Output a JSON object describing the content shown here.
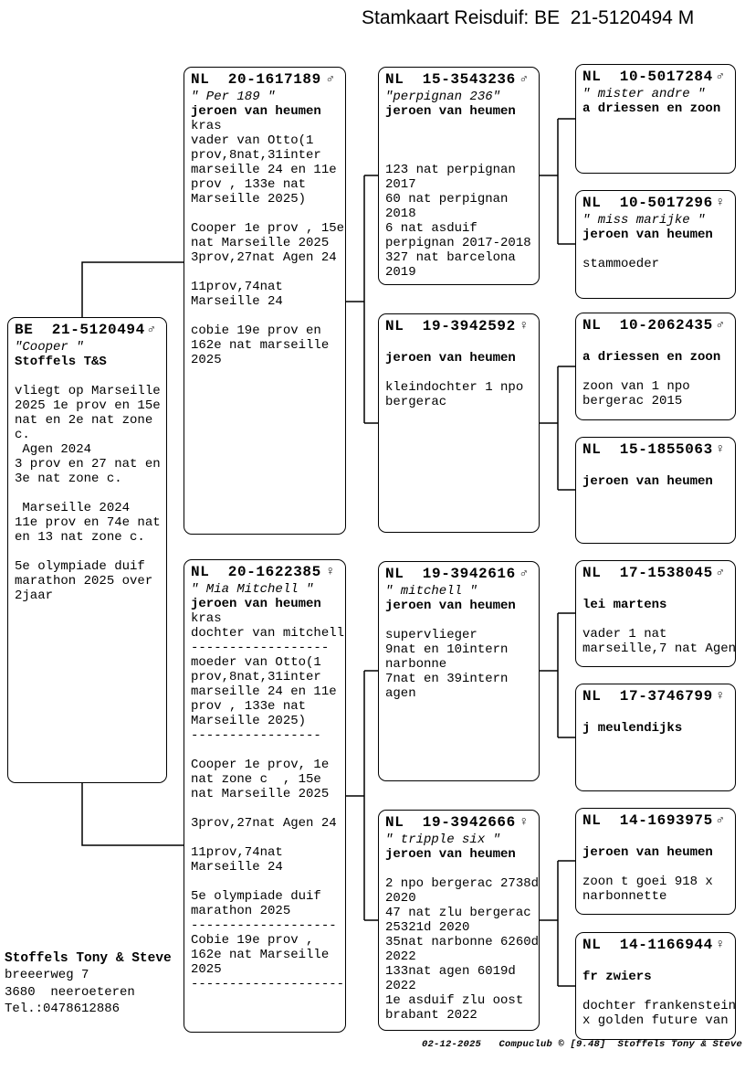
{
  "title": "Stamkaart Reisduif: BE  21-5120494 M",
  "boxes": [
    {
      "id": "subject",
      "ring": "BE  21-5120494",
      "sex": "male",
      "lines": [
        {
          "text": "\"Cooper \"",
          "style": "italic"
        },
        {
          "text": "Stoffels T&S",
          "style": "bold"
        },
        "",
        "vliegt op Marseille",
        "2025 1e prov en 15e",
        "nat en 2e nat zone",
        "c.",
        " Agen 2024",
        "3 prov en 27 nat en",
        "3e nat zone c.",
        "",
        " Marseille 2024",
        "11e prov en 74e nat",
        "en 13 nat zone c.",
        "",
        "5e olympiade duif",
        "marathon 2025 over",
        "2jaar"
      ]
    },
    {
      "id": "sire",
      "ring": "NL  20-1617189",
      "sex": "male",
      "lines": [
        {
          "text": "\" Per 189 \"",
          "style": "italic"
        },
        {
          "text": "jeroen van heumen",
          "style": "bold"
        },
        "kras",
        "vader van Otto(1",
        "prov,8nat,31inter",
        "marseille 24 en 11e",
        "prov , 133e nat",
        "Marseille 2025)",
        "",
        "Cooper 1e prov , 15e",
        "nat Marseille 2025",
        "3prov,27nat Agen 24",
        "",
        "11prov,74nat",
        "Marseille 24",
        "",
        "cobie 19e prov en",
        "162e nat marseille",
        "2025"
      ]
    },
    {
      "id": "dam",
      "ring": "NL  20-1622385",
      "sex": "female",
      "lines": [
        {
          "text": "\" Mia Mitchell \"",
          "style": "italic"
        },
        {
          "text": "jeroen van heumen",
          "style": "bold"
        },
        "kras",
        "dochter van mitchell",
        "------------------",
        "moeder van Otto(1",
        "prov,8nat,31inter",
        "marseille 24 en 11e",
        "prov , 133e nat",
        "Marseille 2025)",
        "-----------------",
        "",
        "Cooper 1e prov, 1e",
        "nat zone c  , 15e",
        "nat Marseille 2025",
        "",
        "3prov,27nat Agen 24",
        "",
        "11prov,74nat",
        "Marseille 24",
        "",
        "5e olympiade duif",
        "marathon 2025",
        "-------------------",
        "Cobie 19e prov ,",
        "162e nat Marseille",
        "2025",
        "--------------------"
      ]
    },
    {
      "id": "g3a",
      "ring": "NL  15-3543236",
      "sex": "male",
      "lines": [
        {
          "text": "\"perpignan 236\"",
          "style": "italic"
        },
        {
          "text": "jeroen van heumen",
          "style": "bold"
        },
        "",
        "",
        "",
        "123 nat perpignan",
        "2017",
        "60 nat perpignan",
        "2018",
        "6 nat asduif",
        "perpignan 2017-2018",
        "327 nat barcelona",
        "2019"
      ]
    },
    {
      "id": "g3b",
      "ring": "NL  19-3942592",
      "sex": "female",
      "lines": [
        "",
        {
          "text": "jeroen van heumen",
          "style": "bold"
        },
        "",
        "kleindochter 1 npo",
        "bergerac"
      ]
    },
    {
      "id": "g3c",
      "ring": "NL  19-3942616",
      "sex": "male",
      "lines": [
        {
          "text": "\" mitchell \"",
          "style": "italic"
        },
        {
          "text": "jeroen van heumen",
          "style": "bold"
        },
        "",
        "supervlieger",
        "9nat en 10intern",
        "narbonne",
        "7nat en 39intern",
        "agen"
      ]
    },
    {
      "id": "g3d",
      "ring": "NL  19-3942666",
      "sex": "female",
      "lines": [
        {
          "text": "\" tripple six \"",
          "style": "italic"
        },
        {
          "text": "jeroen van heumen",
          "style": "bold"
        },
        "",
        "2 npo bergerac 2738d",
        "2020",
        "47 nat zlu bergerac",
        "25321d 2020",
        "35nat narbonne 6260d",
        "2022",
        "133nat agen 6019d",
        "2022",
        "1e asduif zlu oost",
        "brabant 2022"
      ]
    },
    {
      "id": "g4a",
      "ring": "NL  10-5017284",
      "sex": "male",
      "lines": [
        {
          "text": "\" mister andre \"",
          "style": "italic"
        },
        {
          "text": "a driessen en zoon",
          "style": "bold"
        }
      ]
    },
    {
      "id": "g4b",
      "ring": "NL  10-5017296",
      "sex": "female",
      "lines": [
        {
          "text": "\" miss marijke \"",
          "style": "italic"
        },
        {
          "text": "jeroen van heumen",
          "style": "bold"
        },
        "",
        "stammoeder"
      ]
    },
    {
      "id": "g4c",
      "ring": "NL  10-2062435",
      "sex": "male",
      "lines": [
        "",
        {
          "text": "a driessen en zoon",
          "style": "bold"
        },
        "",
        "zoon van 1 npo",
        "bergerac 2015"
      ]
    },
    {
      "id": "g4d",
      "ring": "NL  15-1855063",
      "sex": "female",
      "lines": [
        "",
        {
          "text": "jeroen van heumen",
          "style": "bold"
        }
      ]
    },
    {
      "id": "g4e",
      "ring": "NL  17-1538045",
      "sex": "male",
      "lines": [
        "",
        {
          "text": "lei martens",
          "style": "bold"
        },
        "",
        "vader 1 nat",
        "marseille,7 nat Agen"
      ]
    },
    {
      "id": "g4f",
      "ring": "NL  17-3746799",
      "sex": "female",
      "lines": [
        "",
        {
          "text": "j meulendijks",
          "style": "bold"
        }
      ]
    },
    {
      "id": "g4g",
      "ring": "NL  14-1693975",
      "sex": "male",
      "lines": [
        "",
        {
          "text": "jeroen van heumen",
          "style": "bold"
        },
        "",
        "zoon t goei 918 x",
        "narbonnette"
      ]
    },
    {
      "id": "g4h",
      "ring": "NL  14-1166944",
      "sex": "female",
      "lines": [
        "",
        {
          "text": "fr zwiers",
          "style": "bold"
        },
        "",
        "dochter frankenstein",
        "x golden future van"
      ]
    }
  ],
  "owner": {
    "name": "Stoffels Tony & Steve",
    "address1": "breeerweg 7",
    "address2": "3680  neeroeteren",
    "phone": "Tel.:0478612886"
  },
  "footer": "02-12-2025   Compuclub © [9.48]  Stoffels Tony & Steve"
}
